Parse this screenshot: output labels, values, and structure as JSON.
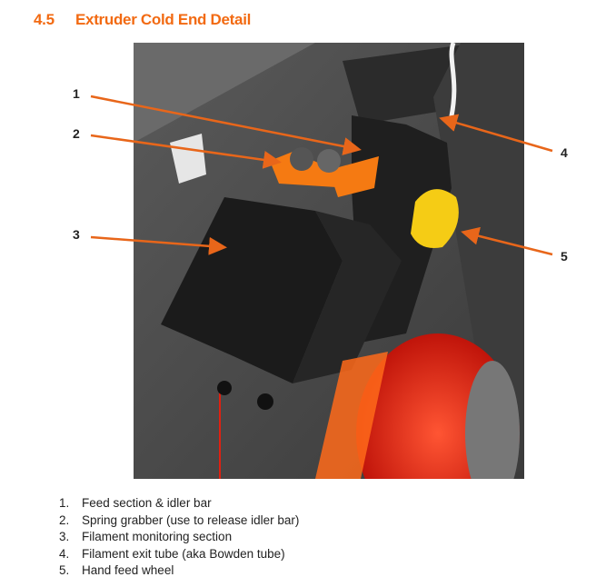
{
  "section": {
    "number": "4.5",
    "title": "Extruder Cold End Detail"
  },
  "callouts": [
    "1",
    "2",
    "3",
    "4",
    "5"
  ],
  "items": [
    {
      "n": "1.",
      "text": "Feed section & idler bar"
    },
    {
      "n": "2.",
      "text": "Spring grabber (use to release idler bar)"
    },
    {
      "n": "3.",
      "text": "Filament monitoring section"
    },
    {
      "n": "4.",
      "text": "Filament exit tube (aka Bowden tube)"
    },
    {
      "n": "5.",
      "text": "Hand feed wheel"
    }
  ],
  "colors": {
    "accent": "#f26a12",
    "arrow": "#e8661a"
  }
}
